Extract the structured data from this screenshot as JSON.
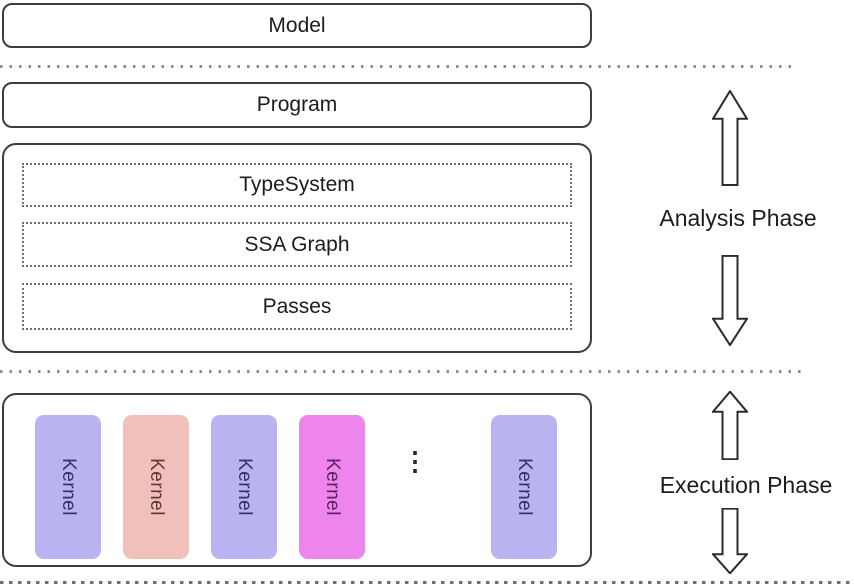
{
  "boxes": {
    "model": "Model",
    "program": "Program",
    "analysis_layers": [
      "TypeSystem",
      "SSA Graph",
      "Passes"
    ]
  },
  "kernels": [
    {
      "label": "Kernel",
      "fill": "#b9b3f1",
      "text_color": "#34306b"
    },
    {
      "label": "Kernel",
      "fill": "#f2c0bb",
      "text_color": "#5f3a36"
    },
    {
      "label": "Kernel",
      "fill": "#b9b3f1",
      "text_color": "#34306b"
    },
    {
      "label": "Kernel",
      "fill": "#ee85ec",
      "text_color": "#58235f"
    },
    {
      "label": "Kernel",
      "fill": "#b9b3f1",
      "text_color": "#34306b"
    }
  ],
  "ellipsis": "⋮",
  "phases": {
    "analysis": "Analysis Phase",
    "execution": "Execution Phase"
  }
}
